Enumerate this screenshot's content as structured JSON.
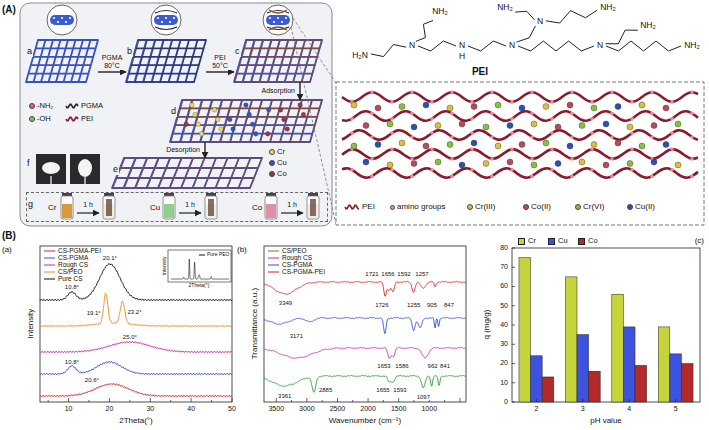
{
  "diagram": {
    "nodes": [
      {
        "text": [
          "a"
        ]
      },
      {
        "text": [
          "b"
        ]
      },
      {
        "text": [
          "c"
        ]
      },
      {
        "text": [
          "d"
        ]
      },
      {
        "text": [
          "e"
        ]
      },
      {
        "text": [
          "f"
        ]
      },
      {
        "text": [
          "g"
        ]
      }
    ],
    "edges": [
      {
        "from": 0,
        "to": 1,
        "label": "PGMA 80°C",
        "arrow": "to"
      },
      {
        "from": 1,
        "to": 2,
        "label": "PEI 50°C",
        "arrow": "to"
      },
      {
        "from": 2,
        "to": 3,
        "label": "Adsorption",
        "arrow": "to"
      },
      {
        "from": 3,
        "to": 4,
        "label": "Desorption",
        "arrow": "to"
      }
    ],
    "labels": [
      "(A)",
      "(B)",
      "H₂N",
      "N",
      "NH₂",
      "N",
      "H",
      "N",
      "N",
      "NH₂",
      "NH₂",
      "N",
      "NH₂",
      "NH₂",
      "PEI",
      "Cr",
      "1 h",
      "Cu",
      "1 h",
      "Co",
      "1 h",
      "(a)",
      "Intensity",
      "2Theta(°)",
      "10",
      "20",
      "30",
      "40",
      "50",
      "10.8°",
      "20.1°",
      "19.1°",
      "23.2°",
      "25.0°",
      "10.8°",
      "20.6°",
      "Intensity",
      "2Theta(°)",
      "(b)",
      "Transmittance (a.u.)",
      "Wavenumber (cm⁻¹)",
      "3500",
      "3000",
      "2500",
      "2000",
      "1500",
      "1000",
      "3349",
      "1721",
      "1656",
      "1592",
      "1257",
      "1726",
      "1255",
      "905",
      "847",
      "3171",
      "1653",
      "1586",
      "3361",
      "2885",
      "1655",
      "1593",
      "1097",
      "962",
      "841",
      "(c)",
      "q (mg/g)",
      "pH value",
      "2",
      "3",
      "4",
      "5",
      "0",
      "10",
      "20",
      "30",
      "40",
      "50",
      "60",
      "70",
      "80"
    ],
    "legend": [
      {
        "text": "-NH₂",
        "color": "#e0607a"
      },
      {
        "text": "-OH",
        "color": "#7fc95a"
      },
      {
        "text": "PGMA"
      },
      {
        "text": "PEI"
      },
      {
        "text": "Cr",
        "color": "#e6dc5c"
      },
      {
        "text": "Cu",
        "color": "#3554c8"
      },
      {
        "text": "Co",
        "color": "#a8323c"
      },
      {
        "text": "PEI"
      },
      {
        "text": "amino groups",
        "color": "#f08c9c"
      },
      {
        "text": "Cr(III)",
        "color": "#d8c23a"
      },
      {
        "text": "Co(II)",
        "color": "#b84a5a"
      },
      {
        "text": "Cr(VI)",
        "color": "#86c23c"
      },
      {
        "text": "Cu(II)",
        "color": "#2f4fb8"
      },
      {
        "text": "CS-PGMA-PEI"
      },
      {
        "text": "CS-PGMA"
      },
      {
        "text": "Rough CS"
      },
      {
        "text": "CS/PEO"
      },
      {
        "text": "Pure CS"
      },
      {
        "text": "Pure PEO"
      },
      {
        "text": "CS/PEO"
      },
      {
        "text": "Rough CS"
      },
      {
        "text": "CS-PGMA"
      },
      {
        "text": "CS-PGMA-PEI"
      },
      {
        "text": "Cr",
        "color": "#c6d43c"
      },
      {
        "text": "Cu",
        "color": "#3e52e0"
      },
      {
        "text": "Co",
        "color": "#b42a2a"
      }
    ]
  }
}
